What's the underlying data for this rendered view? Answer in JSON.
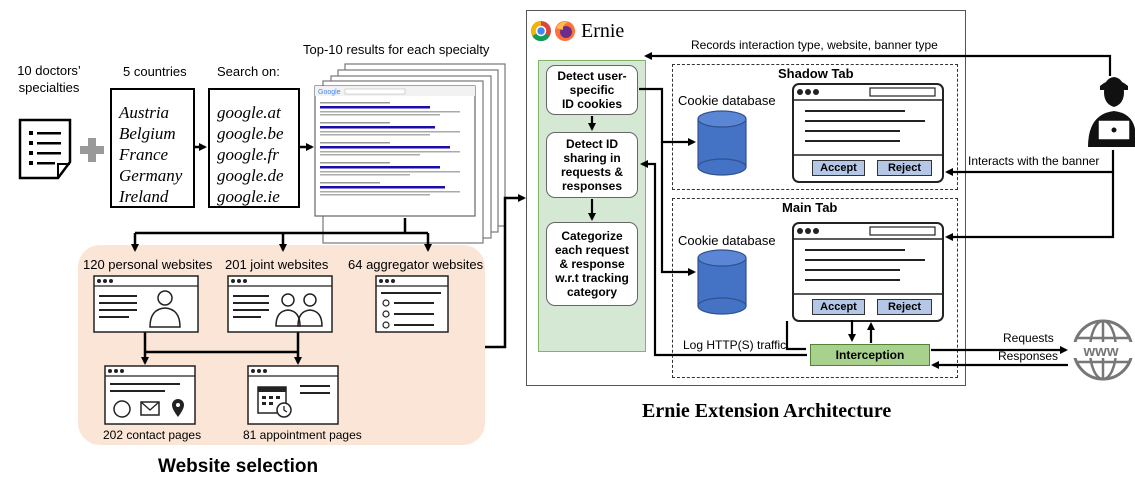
{
  "selection": {
    "specialties_label": "10 doctors’ specialties",
    "specialties_line1": "10 doctors’",
    "specialties_line2": "specialties",
    "countries_label": "5 countries",
    "countries": [
      "Austria",
      "Belgium",
      "France",
      "Germany",
      "Ireland"
    ],
    "search_label": "Search on:",
    "search_engines": [
      "google.at",
      "google.be",
      "google.fr",
      "google.de",
      "google.ie"
    ],
    "results_label": "Top-10 results for each specialty",
    "personal_label": "120 personal websites",
    "joint_label": "201 joint websites",
    "aggregator_label": "64 aggregator websites",
    "contact_label": "202 contact pages",
    "appointment_label": "81 appointment pages",
    "caption": "Website selection"
  },
  "ernie": {
    "title": "Ernie",
    "steps": [
      "Detect user-specific ID cookies",
      "Detect ID sharing in requests & responses",
      "Categorize each request & response w.r.t tracking category"
    ],
    "step_lines": [
      [
        "Detect user-",
        "specific",
        "ID cookies"
      ],
      [
        "Detect ID",
        "sharing in",
        "requests &",
        "responses"
      ],
      [
        "Categorize",
        "each request",
        "& response",
        "w.r.t tracking",
        "category"
      ]
    ],
    "shadow_tab": "Shadow Tab",
    "main_tab": "Main Tab",
    "cookie_db": "Cookie database",
    "accept": "Accept",
    "reject": "Reject",
    "interception": "Interception",
    "log_traffic": "Log HTTP(S) traffic",
    "records_label": "Records interaction type, website, banner type",
    "interacts_label": "Interacts with the banner",
    "requests": "Requests",
    "responses": "Responses",
    "caption": "Ernie Extension Architecture"
  },
  "colors": {
    "peach": "#fbe5d6",
    "green": "#d5e8d4",
    "green_strong": "#a9d18e",
    "db_blue": "#4472c4",
    "button_blue": "#b4c7e7"
  },
  "icons": [
    "document-icon",
    "plus-icon",
    "google-results-icon",
    "doctor-icon",
    "two-doctors-icon",
    "contact-icons",
    "calendar-icon",
    "chrome-icon",
    "firefox-icon",
    "database-icon",
    "user-icon",
    "globe-icon"
  ]
}
